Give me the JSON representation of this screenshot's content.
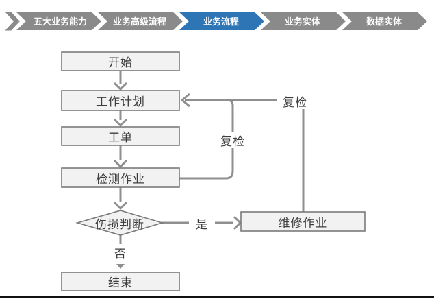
{
  "nav": {
    "items": [
      {
        "label": "五大业务能力",
        "active": false
      },
      {
        "label": "业务高级流程",
        "active": false
      },
      {
        "label": "业务流程",
        "active": true
      },
      {
        "label": "业务实体",
        "active": false
      },
      {
        "label": "数据实体",
        "active": false
      }
    ],
    "colors": {
      "active": "#2e75b6",
      "inactive": "#8a8a8a",
      "text": "#ffffff"
    }
  },
  "flow": {
    "nodes": {
      "start": {
        "label": "开始",
        "shape": "rect"
      },
      "plan": {
        "label": "工作计划",
        "shape": "rect"
      },
      "order": {
        "label": "工单",
        "shape": "rect"
      },
      "inspect": {
        "label": "检测作业",
        "shape": "rect"
      },
      "decision": {
        "label": "伤损判断",
        "shape": "diamond"
      },
      "repair": {
        "label": "维修作业",
        "shape": "rect"
      },
      "end": {
        "label": "结束",
        "shape": "rect"
      }
    },
    "edges": {
      "yes": {
        "label": "是"
      },
      "no": {
        "label": "否"
      },
      "recheck_inspect": {
        "label": "复检"
      },
      "recheck_repair": {
        "label": "复检"
      }
    },
    "colors": {
      "node_fill": "#f2f2f2",
      "node_border": "#7a7a7a",
      "line": "#8f8f8f",
      "text": "#3d3d3d"
    }
  }
}
